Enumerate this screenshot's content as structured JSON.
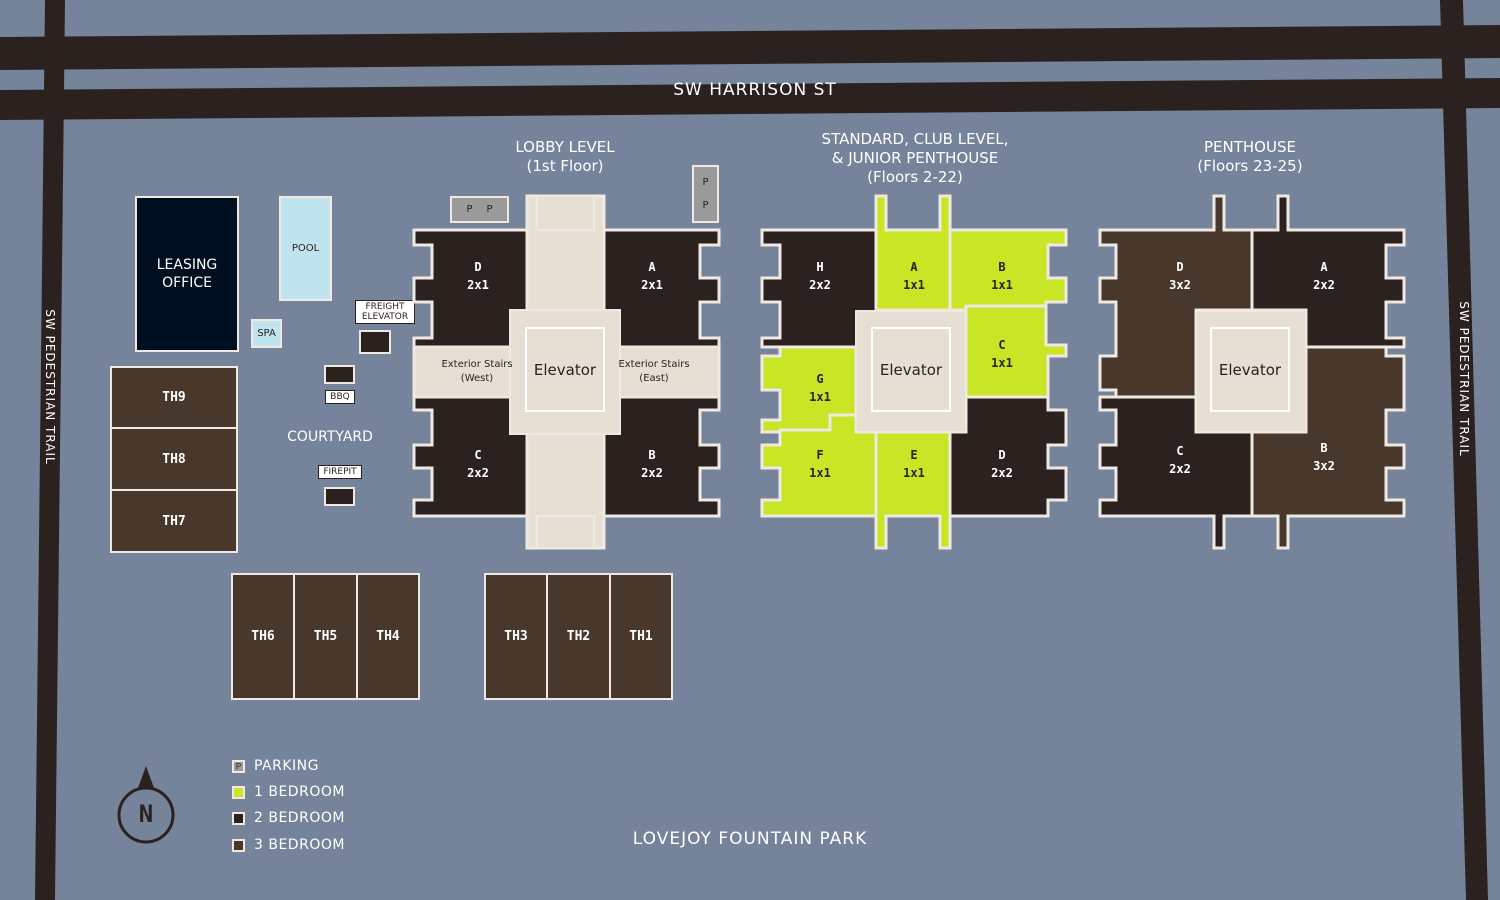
{
  "streets": {
    "north": "SW HARRISON ST",
    "west": "SW PEDESTRIAN TRAIL",
    "east": "SW PEDESTRIAN TRAIL",
    "south": "LOVEJOY FOUNTAIN PARK"
  },
  "amenities": {
    "leasing_office": "LEASING OFFICE",
    "pool": "POOL",
    "spa": "SPA",
    "freight_elevator": "FREIGHT ELEVATOR",
    "bbq": "BBQ",
    "firepit": "FIREPIT",
    "courtyard": "COURTYARD",
    "parking_mark": "P"
  },
  "townhomes": [
    "TH9",
    "TH8",
    "TH7",
    "TH6",
    "TH5",
    "TH4",
    "TH3",
    "TH2",
    "TH1"
  ],
  "lobby": {
    "title": "LOBBY LEVEL",
    "subtitle": "(1st Floor)",
    "elevator": "Elevator",
    "stairs_west": [
      "Exterior Stairs",
      "(West)"
    ],
    "stairs_east": [
      "Exterior Stairs",
      "(East)"
    ],
    "units": [
      {
        "letter": "D",
        "type": "2x1"
      },
      {
        "letter": "A",
        "type": "2x1"
      },
      {
        "letter": "C",
        "type": "2x2"
      },
      {
        "letter": "B",
        "type": "2x2"
      }
    ]
  },
  "standard": {
    "title_1": "STANDARD, CLUB LEVEL,",
    "title_2": "& JUNIOR PENTHOUSE",
    "subtitle": "(Floors 2-22)",
    "elevator": "Elevator",
    "units": [
      {
        "letter": "H",
        "type": "2x2",
        "bedrooms": 2
      },
      {
        "letter": "A",
        "type": "1x1",
        "bedrooms": 1
      },
      {
        "letter": "B",
        "type": "1x1",
        "bedrooms": 1
      },
      {
        "letter": "C",
        "type": "1x1",
        "bedrooms": 1
      },
      {
        "letter": "G",
        "type": "1x1",
        "bedrooms": 1
      },
      {
        "letter": "F",
        "type": "1x1",
        "bedrooms": 1
      },
      {
        "letter": "E",
        "type": "1x1",
        "bedrooms": 1
      },
      {
        "letter": "D",
        "type": "2x2",
        "bedrooms": 2
      }
    ]
  },
  "penthouse": {
    "title": "PENTHOUSE",
    "subtitle": "(Floors 23-25)",
    "elevator": "Elevator",
    "units": [
      {
        "letter": "D",
        "type": "3x2",
        "bedrooms": 3
      },
      {
        "letter": "A",
        "type": "2x2",
        "bedrooms": 2
      },
      {
        "letter": "C",
        "type": "2x2",
        "bedrooms": 2
      },
      {
        "letter": "B",
        "type": "3x2",
        "bedrooms": 3
      }
    ]
  },
  "legend": [
    {
      "label": "PARKING",
      "color": "#9a9a9a",
      "mark": "P"
    },
    {
      "label": "1 BEDROOM",
      "color": "#c8e526",
      "mark": ""
    },
    {
      "label": "2 BEDROOM",
      "color": "#2b221f",
      "mark": ""
    },
    {
      "label": "3 BEDROOM",
      "color": "#47382b",
      "mark": ""
    }
  ],
  "compass": "N",
  "colors": {
    "background": "#75849a",
    "road": "#2b221f",
    "one_bed": "#c8e526",
    "two_bed": "#2b221f",
    "three_bed": "#47382b",
    "leasing": "#000f1f",
    "pool": "#bfe4f0",
    "corridor": "#e6dfd3"
  }
}
